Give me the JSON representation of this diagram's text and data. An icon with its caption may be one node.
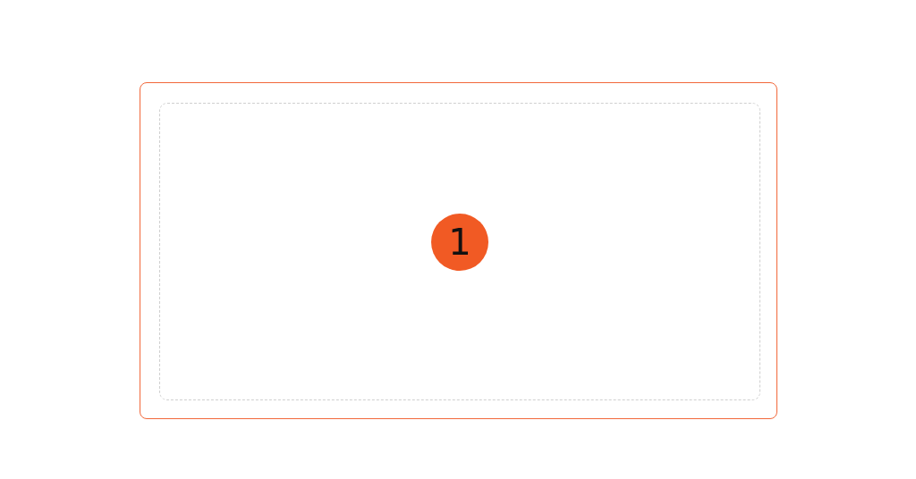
{
  "diagram": {
    "nodes": [
      {
        "text": [],
        "shape": "box"
      },
      {
        "text": [],
        "shape": "box",
        "in": 0
      },
      {
        "text": [
          "1"
        ],
        "in": 1
      }
    ]
  }
}
